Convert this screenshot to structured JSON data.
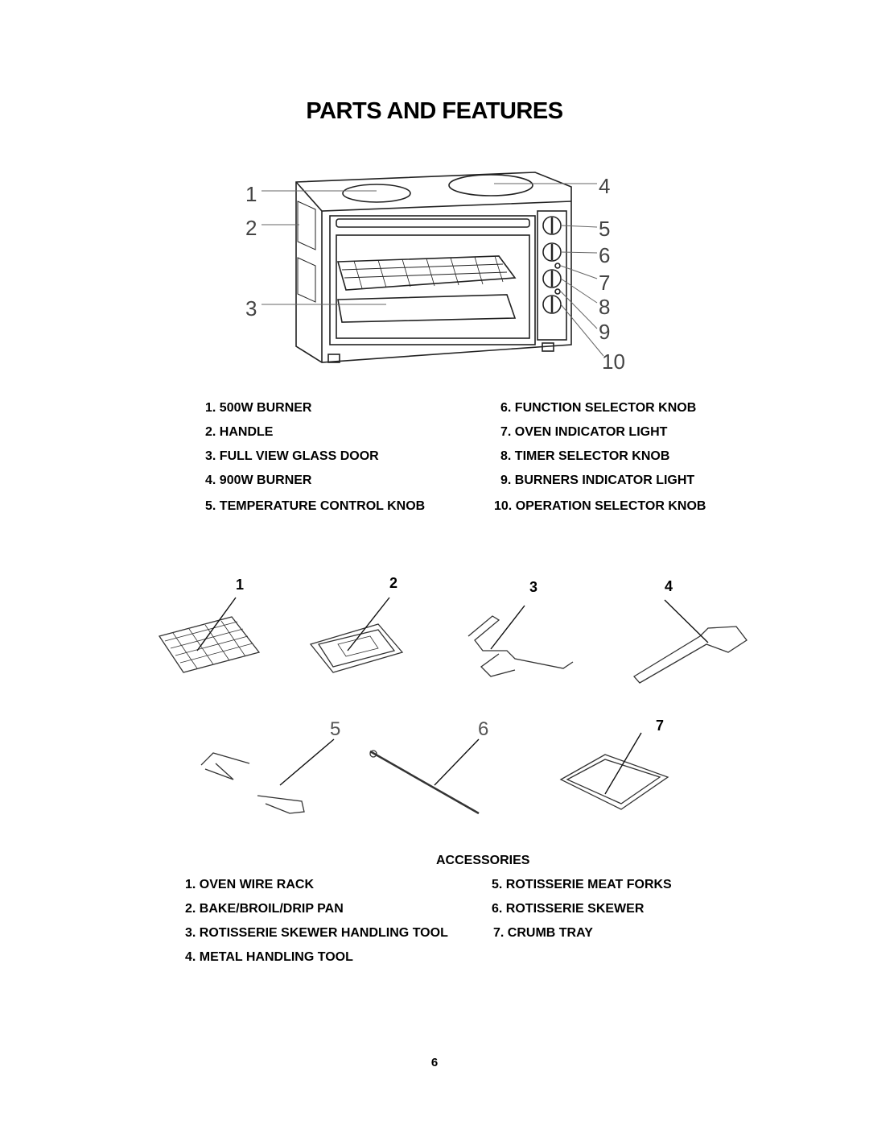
{
  "page": {
    "title": "PARTS AND FEATURES",
    "page_number": "6"
  },
  "diagram": {
    "callouts": [
      "1",
      "2",
      "3",
      "4",
      "5",
      "6",
      "7",
      "8",
      "9",
      "10"
    ]
  },
  "parts": {
    "left": [
      "1. 500W BURNER",
      "2. HANDLE",
      "3. FULL VIEW GLASS DOOR",
      "4. 900W BURNER",
      "5. TEMPERATURE CONTROL KNOB"
    ],
    "right": [
      "6. FUNCTION SELECTOR KNOB",
      "7. OVEN INDICATOR LIGHT",
      "8. TIMER SELECTOR KNOB",
      "9. BURNERS INDICATOR LIGHT",
      "10. OPERATION SELECTOR KNOB"
    ]
  },
  "accessory_callouts": [
    "1",
    "2",
    "3",
    "4",
    "5",
    "6",
    "7"
  ],
  "accessories": {
    "heading": "ACCESSORIES",
    "left": [
      "1. OVEN WIRE RACK",
      "2. BAKE/BROIL/DRIP PAN",
      "3. ROTISSERIE SKEWER HANDLING TOOL",
      "4. METAL HANDLING TOOL"
    ],
    "right": [
      "5. ROTISSERIE MEAT FORKS",
      "6. ROTISSERIE SKEWER",
      "7. CRUMB TRAY"
    ]
  }
}
